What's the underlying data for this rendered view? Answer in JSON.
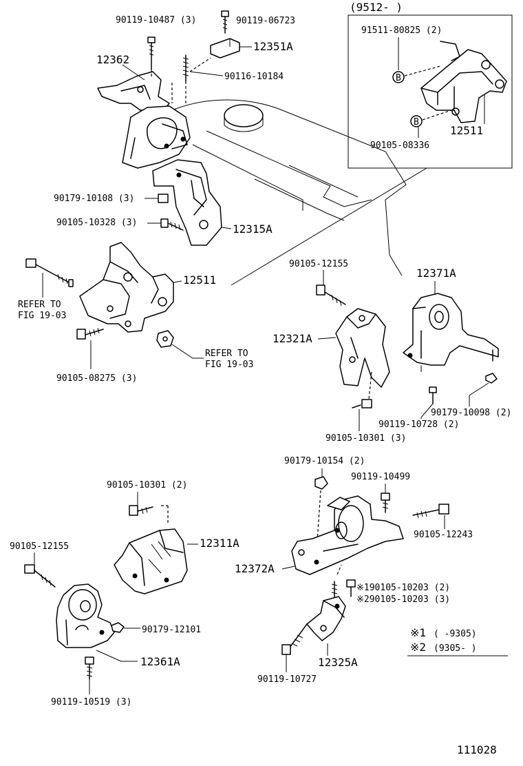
{
  "inset": {
    "title": "(9512-        )",
    "labels": [
      "91511-80825 (2)",
      "12511",
      "90105-08336"
    ],
    "markers": [
      "B",
      "B"
    ]
  },
  "labels": {
    "l1": "90119-10487 (3)",
    "l2": "90119-06723",
    "l3": "12351A",
    "l4": "12362",
    "l5": "90116-10184",
    "l6": "90179-10108 (3)",
    "l7": "90105-10328 (3)",
    "l8": "12315A",
    "l9": "12511",
    "l10": "REFER TO",
    "l11": "FIG 19-03",
    "l12": "REFER TO",
    "l13": "FIG 19-03",
    "l14": "90105-08275 (3)",
    "l15": "90105-12155",
    "l16": "12371A",
    "l17": "12321A",
    "l18": "90179-10098 (2)",
    "l19": "90119-10728 (2)",
    "l20": "90105-10301 (3)",
    "l21": "90179-10154 (2)",
    "l22": "90119-10499",
    "l23": "90105-10301 (2)",
    "l24": "90105-12243",
    "l25": "90105-12155",
    "l26": "12311A",
    "l27": "12372A",
    "l28": "※190105-10203 (2)",
    "l29": "※290105-10203 (3)",
    "l30": "90179-12101",
    "l31": "12361A",
    "l32": "12325A",
    "l33": "90119-10727",
    "l34": "90119-10519 (3)"
  },
  "legend": {
    "row1_mark": "※1",
    "row1_range": "(      -9305)",
    "row2_mark": "※2",
    "row2_range": "(9305-       )"
  },
  "figure_number": "111028"
}
